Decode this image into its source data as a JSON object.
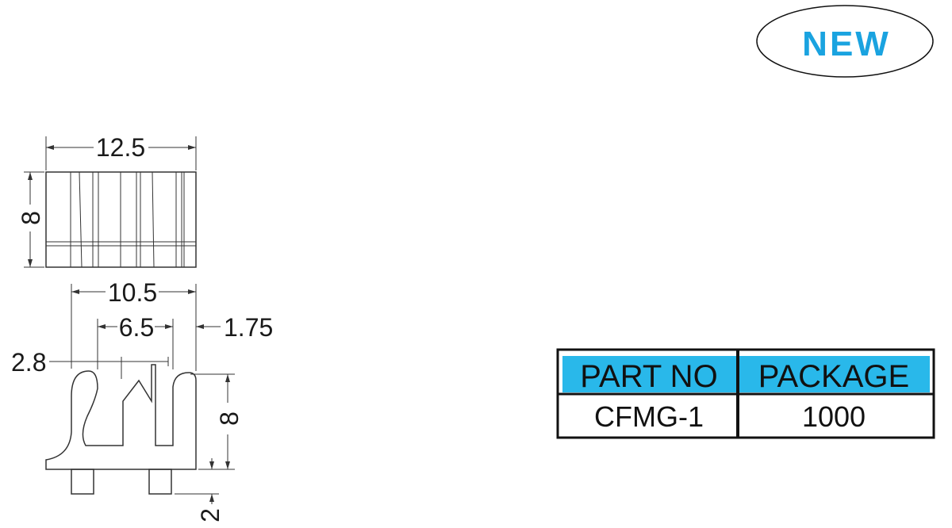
{
  "badge": {
    "label": "NEW",
    "color": "#1aa3e0"
  },
  "dimensions": {
    "top_width": "12.5",
    "top_height": "8",
    "outer_width": "10.5",
    "inner_width": "6.5",
    "right_offset": "1.75",
    "left_offset": "2.8",
    "side_height": "8",
    "pin_length": "2"
  },
  "table": {
    "header_color": "#29b8ea",
    "headers": [
      "PART NO",
      "PACKAGE"
    ],
    "rows": [
      [
        "CFMG-1",
        "1000"
      ]
    ]
  }
}
